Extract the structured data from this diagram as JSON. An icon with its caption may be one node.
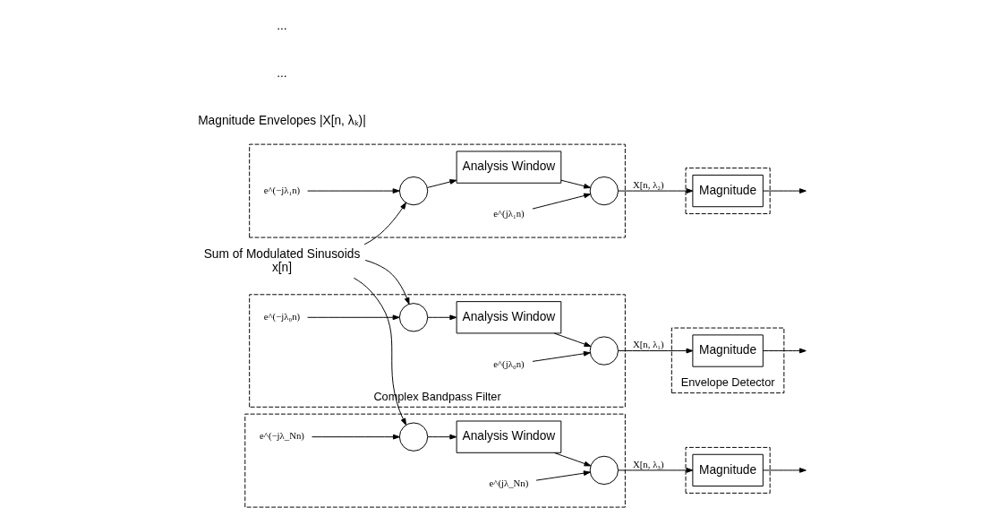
{
  "diagram": {
    "nodes": [
      {
        "text": [
          "Sum of Modulated Sinusoids",
          "x[n]"
        ]
      },
      {
        "text": [
          "Complex Bandpass Filter"
        ]
      },
      {
        "text": [],
        "shape": "circle",
        "in": 1
      },
      {
        "text": [
          "Analysis Window"
        ],
        "in": 1
      },
      {
        "text": [],
        "shape": "circle",
        "in": 1
      },
      {
        "text": [
          "e^(−jλ₀n)"
        ],
        "in": 1
      },
      {
        "text": [
          "e^(jλ₀n)"
        ],
        "in": 1
      },
      {
        "text": [
          "Envelope Detector"
        ]
      },
      {
        "text": [
          "Magnitude"
        ],
        "in": 7
      },
      {
        "text": [],
        "shape": "box"
      },
      {
        "text": [],
        "shape": "circle",
        "in": 9
      },
      {
        "text": [
          "Analysis Window"
        ],
        "in": 9
      },
      {
        "text": [],
        "shape": "circle",
        "in": 9
      },
      {
        "text": [
          "e^(−jλ₁n)"
        ],
        "in": 9
      },
      {
        "text": [
          "e^(jλ₁n)"
        ],
        "in": 9
      },
      {
        "text": [],
        "shape": "box"
      },
      {
        "text": [
          "Magnitude"
        ],
        "in": 15
      },
      {
        "text": [],
        "shape": "box"
      },
      {
        "text": [],
        "shape": "circle",
        "in": 17
      },
      {
        "text": [
          "Analysis Window"
        ],
        "in": 17
      },
      {
        "text": [],
        "shape": "circle",
        "in": 17
      },
      {
        "text": [
          "e^(−jλ_Nn)"
        ],
        "in": 17
      },
      {
        "text": [
          "e^(jλ_Nn)"
        ],
        "in": 17
      },
      {
        "text": [],
        "shape": "box"
      },
      {
        "text": [
          "Magnitude"
        ],
        "in": 23
      }
    ],
    "edges": [
      {
        "from": 0,
        "to": 2,
        "arrow": "to"
      },
      {
        "from": 2,
        "to": 3,
        "arrow": "to"
      },
      {
        "from": 3,
        "to": 4,
        "arrow": "to"
      },
      {
        "from": 5,
        "to": 2,
        "arrow": "to"
      },
      {
        "from": 6,
        "to": 4,
        "arrow": "to"
      },
      {
        "from": 4,
        "to": 8,
        "arrow": "to",
        "label": "X[n, λ₁)"
      },
      {
        "from": 8,
        "to": null,
        "arrow": "to"
      },
      {
        "from": 0,
        "to": 10,
        "arrow": "to"
      },
      {
        "from": 10,
        "to": 11,
        "arrow": "to"
      },
      {
        "from": 11,
        "to": 12,
        "arrow": "to"
      },
      {
        "from": 13,
        "to": 10,
        "arrow": "to"
      },
      {
        "from": 14,
        "to": 12,
        "arrow": "to"
      },
      {
        "from": 12,
        "to": 16,
        "arrow": "to",
        "label": "X[n, λ₂)"
      },
      {
        "from": 16,
        "to": null,
        "arrow": "to"
      },
      {
        "from": 0,
        "to": 18,
        "arrow": "to"
      },
      {
        "from": 18,
        "to": 19,
        "arrow": "to"
      },
      {
        "from": 19,
        "to": 20,
        "arrow": "to"
      },
      {
        "from": 21,
        "to": 18,
        "arrow": "to"
      },
      {
        "from": 22,
        "to": 20,
        "arrow": "to"
      },
      {
        "from": 20,
        "to": 24,
        "arrow": "to",
        "label": "X[n, λ₃)"
      },
      {
        "from": 24,
        "to": null,
        "arrow": "to"
      }
    ],
    "labels": [
      "Magnitude Envelopes |X[n, λₖ)|",
      "...",
      "..."
    ]
  }
}
